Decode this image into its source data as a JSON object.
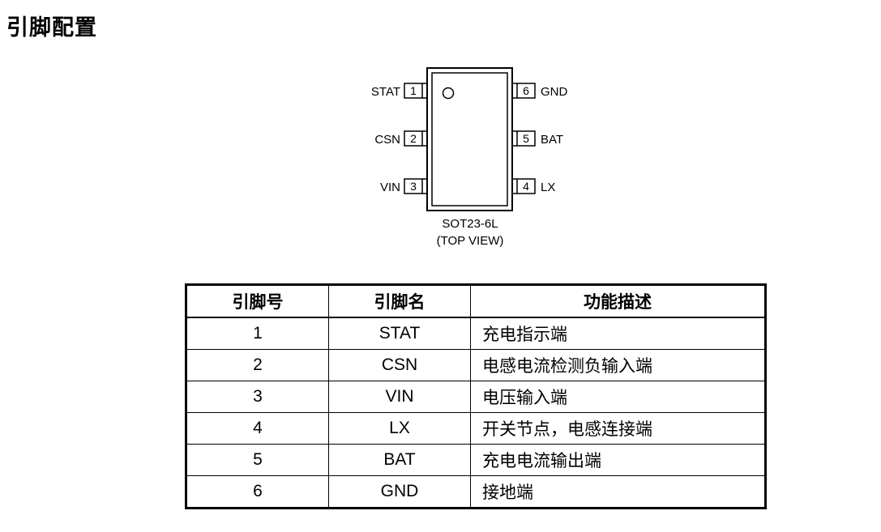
{
  "section_title": "引脚配置",
  "package": {
    "name": "SOT23-6L",
    "view": "(TOP VIEW)",
    "left_pins": [
      {
        "num": "1",
        "label": "STAT"
      },
      {
        "num": "2",
        "label": "CSN"
      },
      {
        "num": "3",
        "label": "VIN"
      }
    ],
    "right_pins": [
      {
        "num": "6",
        "label": "GND"
      },
      {
        "num": "5",
        "label": "BAT"
      },
      {
        "num": "4",
        "label": "LX"
      }
    ]
  },
  "table": {
    "headers": [
      "引脚号",
      "引脚名",
      "功能描述"
    ],
    "rows": [
      {
        "num": "1",
        "name": "STAT",
        "desc": "充电指示端"
      },
      {
        "num": "2",
        "name": "CSN",
        "desc": "电感电流检测负输入端"
      },
      {
        "num": "3",
        "name": "VIN",
        "desc": "电压输入端"
      },
      {
        "num": "4",
        "name": "LX",
        "desc": "开关节点，电感连接端"
      },
      {
        "num": "5",
        "name": "BAT",
        "desc": "充电电流输出端"
      },
      {
        "num": "6",
        "name": "GND",
        "desc": "接地端"
      }
    ]
  }
}
